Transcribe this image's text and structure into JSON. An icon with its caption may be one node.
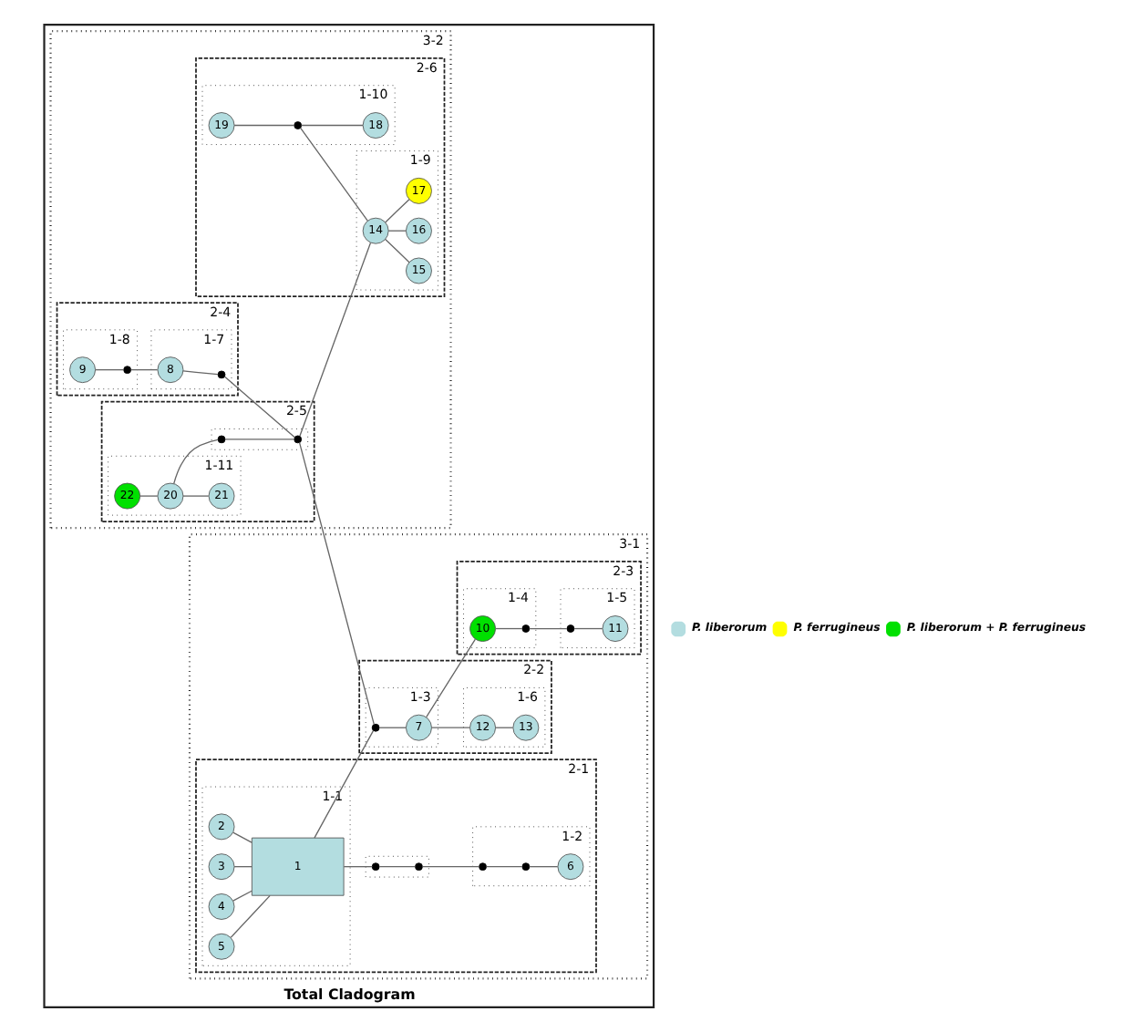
{
  "diagram": {
    "nodes": [
      {
        "text": [
          "Total Cladogram"
        ]
      },
      {
        "text": [
          "3-2"
        ],
        "in": 0
      },
      {
        "text": [
          "2-4"
        ],
        "in": 1
      },
      {
        "text": [
          "1-8"
        ],
        "in": 2
      },
      {
        "text": [
          "9"
        ],
        "in": 3
      },
      {
        "text": [],
        "shape": "circle",
        "in": 3
      },
      {
        "text": [
          "1-7"
        ],
        "in": 2
      },
      {
        "text": [
          "8"
        ],
        "in": 6
      },
      {
        "text": [],
        "shape": "circle",
        "in": 6
      },
      {
        "text": [
          "2-5"
        ],
        "in": 1
      },
      {
        "text": [
          "1-11"
        ],
        "in": 9
      },
      {
        "text": [
          "22"
        ],
        "in": 10
      },
      {
        "text": [
          "20"
        ],
        "in": 10
      },
      {
        "text": [
          "21"
        ],
        "in": 10
      },
      {
        "text": [],
        "shape": "box",
        "in": 9
      },
      {
        "text": [],
        "shape": "circle",
        "in": 14
      },
      {
        "text": [],
        "shape": "circle",
        "in": 14
      },
      {
        "text": [
          "2-6"
        ],
        "in": 1
      },
      {
        "text": [
          "1-10"
        ],
        "in": 17
      },
      {
        "text": [
          "19"
        ],
        "in": 18
      },
      {
        "text": [],
        "shape": "circle",
        "in": 18
      },
      {
        "text": [
          "18"
        ],
        "in": 18
      },
      {
        "text": [
          "1-9"
        ],
        "in": 17
      },
      {
        "text": [
          "14"
        ],
        "in": 22
      },
      {
        "text": [
          "15"
        ],
        "in": 22
      },
      {
        "text": [
          "16"
        ],
        "in": 22
      },
      {
        "text": [
          "17"
        ],
        "in": 22
      },
      {
        "text": [
          "3-1"
        ],
        "in": 0
      },
      {
        "text": [
          "2-1"
        ],
        "in": 27
      },
      {
        "text": [
          "1-1"
        ],
        "in": 28
      },
      {
        "text": [
          "2"
        ],
        "in": 29
      },
      {
        "text": [
          "3"
        ],
        "in": 29
      },
      {
        "text": [
          "4"
        ],
        "in": 29
      },
      {
        "text": [
          "5"
        ],
        "in": 29
      },
      {
        "text": [
          "1"
        ],
        "in": 29
      },
      {
        "text": [],
        "shape": "box",
        "in": 28
      },
      {
        "text": [],
        "shape": "circle",
        "in": 35
      },
      {
        "text": [],
        "shape": "circle",
        "in": 35
      },
      {
        "text": [
          "1-2"
        ],
        "in": 28
      },
      {
        "text": [],
        "shape": "circle",
        "in": 38
      },
      {
        "text": [],
        "shape": "circle",
        "in": 38
      },
      {
        "text": [
          "6"
        ],
        "in": 38
      },
      {
        "text": [
          "2-2"
        ],
        "in": 27
      },
      {
        "text": [
          "1-3"
        ],
        "in": 42
      },
      {
        "text": [],
        "shape": "circle",
        "in": 43
      },
      {
        "text": [
          "7"
        ],
        "in": 43
      },
      {
        "text": [
          "1-6"
        ],
        "in": 42
      },
      {
        "text": [
          "12"
        ],
        "in": 46
      },
      {
        "text": [
          "13"
        ],
        "in": 46
      },
      {
        "text": [
          "2-3"
        ],
        "in": 27
      },
      {
        "text": [
          "1-4"
        ],
        "in": 49
      },
      {
        "text": [
          "10"
        ],
        "in": 50
      },
      {
        "text": [],
        "shape": "circle",
        "in": 50
      },
      {
        "text": [
          "1-5"
        ],
        "in": 49
      },
      {
        "text": [],
        "shape": "circle",
        "in": 53
      },
      {
        "text": [
          "11"
        ],
        "in": 53
      }
    ],
    "edges": [
      {
        "from": 4,
        "to": 5,
        "arrow": "none"
      },
      {
        "from": 5,
        "to": 7,
        "arrow": "none"
      },
      {
        "from": 7,
        "to": 8,
        "arrow": "none"
      },
      {
        "from": 8,
        "to": 16,
        "arrow": "none"
      },
      {
        "from": 11,
        "to": 12,
        "arrow": "none"
      },
      {
        "from": 12,
        "to": 13,
        "arrow": "none"
      },
      {
        "from": 12,
        "to": 15,
        "arrow": "none"
      },
      {
        "from": 15,
        "to": 16,
        "arrow": "none"
      },
      {
        "from": 16,
        "to": 23,
        "arrow": "none"
      },
      {
        "from": 16,
        "to": 44,
        "arrow": "none"
      },
      {
        "from": 19,
        "to": 20,
        "arrow": "none"
      },
      {
        "from": 20,
        "to": 21,
        "arrow": "none"
      },
      {
        "from": 20,
        "to": 23,
        "arrow": "none"
      },
      {
        "from": 23,
        "to": 24,
        "arrow": "none"
      },
      {
        "from": 23,
        "to": 25,
        "arrow": "none"
      },
      {
        "from": 23,
        "to": 26,
        "arrow": "none"
      },
      {
        "from": 30,
        "to": 34,
        "arrow": "none"
      },
      {
        "from": 31,
        "to": 34,
        "arrow": "none"
      },
      {
        "from": 32,
        "to": 34,
        "arrow": "none"
      },
      {
        "from": 33,
        "to": 34,
        "arrow": "none"
      },
      {
        "from": 34,
        "to": 36,
        "arrow": "none"
      },
      {
        "from": 36,
        "to": 37,
        "arrow": "none"
      },
      {
        "from": 37,
        "to": 39,
        "arrow": "none"
      },
      {
        "from": 39,
        "to": 40,
        "arrow": "none"
      },
      {
        "from": 40,
        "to": 41,
        "arrow": "none"
      },
      {
        "from": 34,
        "to": 44,
        "arrow": "none"
      },
      {
        "from": 44,
        "to": 45,
        "arrow": "none"
      },
      {
        "from": 45,
        "to": 47,
        "arrow": "none"
      },
      {
        "from": 47,
        "to": 48,
        "arrow": "none"
      },
      {
        "from": 45,
        "to": 51,
        "arrow": "none"
      },
      {
        "from": 51,
        "to": 52,
        "arrow": "none"
      },
      {
        "from": 52,
        "to": 54,
        "arrow": "none"
      },
      {
        "from": 54,
        "to": 55,
        "arrow": "none"
      }
    ],
    "legend": [
      {
        "text": "P. liberorum",
        "color": "#b3dde0"
      },
      {
        "text": "P. ferrugineus",
        "color": "#ffff00"
      },
      {
        "text": "P. liberorum + P. ferrugineus",
        "color": "#00e000"
      }
    ]
  }
}
